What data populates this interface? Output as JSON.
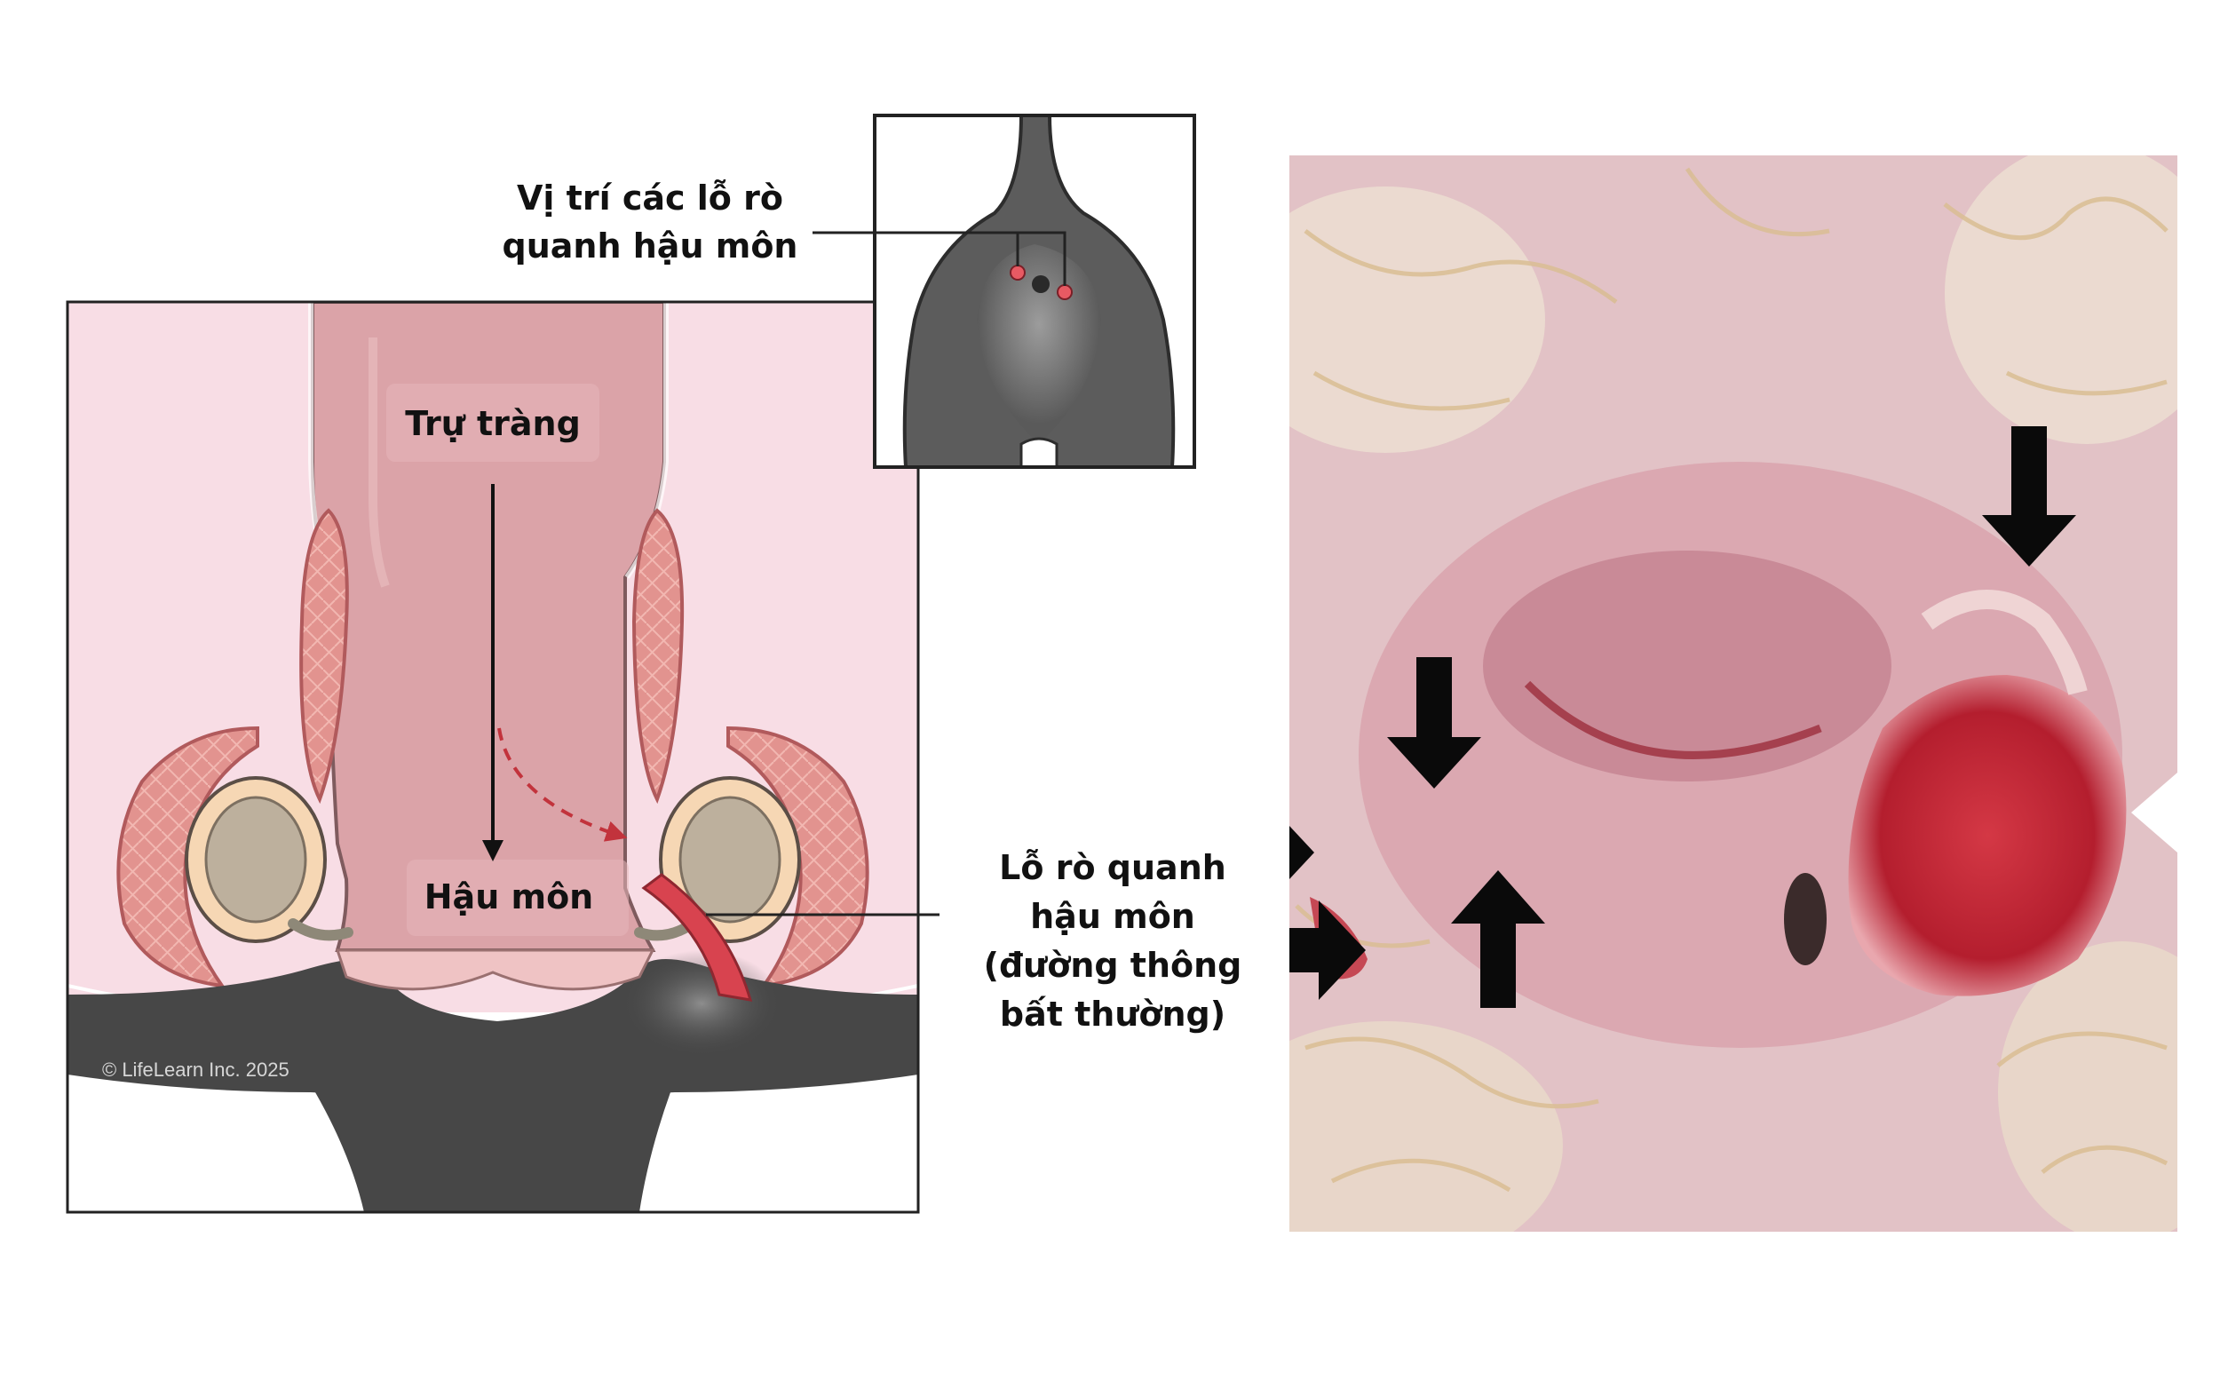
{
  "labels": {
    "fistula_sites_line1": "Vị trí các lỗ rò",
    "fistula_sites_line2": "quanh hậu môn",
    "rectum": "Trự tràng",
    "anus": "Hậu môn",
    "perianal_fistula_line1": "Lỗ rò quanh",
    "perianal_fistula_line2": "hậu môn",
    "perianal_fistula_line3": "(đường thông",
    "perianal_fistula_line4": "bất thường)"
  },
  "copyright": "© LifeLearn Inc. 2025",
  "colors": {
    "background_pink": "#f8dde5",
    "rectum_pink": "#dba3a8",
    "muscle": "#e2938f",
    "gland_fill": "#bdb09d",
    "gland_rim": "#f6d7b4",
    "skin_gray": "#474747",
    "fistula_red": "#d8434f",
    "photo_skin": "#e2c2c6",
    "photo_wound": "#b8202f",
    "arrow_black": "#0a0a0a"
  }
}
